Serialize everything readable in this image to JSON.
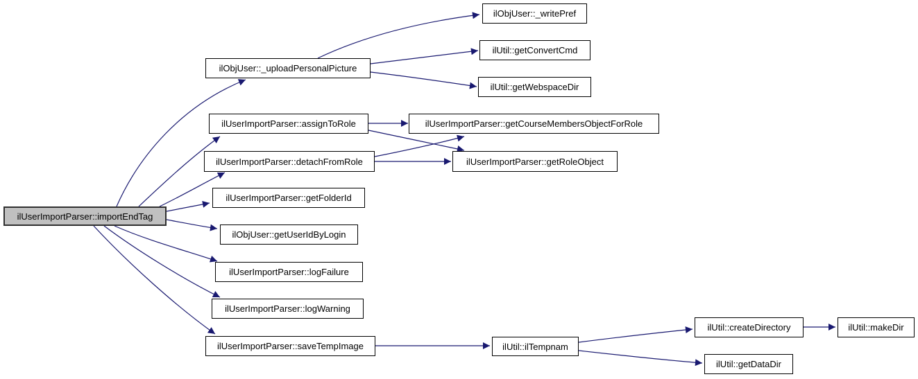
{
  "diagram": {
    "type": "call-graph",
    "colors": {
      "edge": "#191970",
      "node_fill": "#ffffff",
      "node_border": "#000000",
      "highlight_fill": "#c0c0c0",
      "highlight_border": "#2f2f2f"
    },
    "nodes": [
      {
        "id": "importEndTag",
        "label": "ilUserImportParser::importEndTag",
        "highlighted": true
      },
      {
        "id": "uploadPersonalPicture",
        "label": "ilObjUser::_uploadPersonalPicture",
        "highlighted": false
      },
      {
        "id": "writePref",
        "label": "ilObjUser::_writePref",
        "highlighted": false
      },
      {
        "id": "getConvertCmd",
        "label": "ilUtil::getConvertCmd",
        "highlighted": false
      },
      {
        "id": "getWebspaceDir",
        "label": "ilUtil::getWebspaceDir",
        "highlighted": false
      },
      {
        "id": "assignToRole",
        "label": "ilUserImportParser::assignToRole",
        "highlighted": false
      },
      {
        "id": "getCourseMembersObjectForRole",
        "label": "ilUserImportParser::getCourseMembersObjectForRole",
        "highlighted": false
      },
      {
        "id": "detachFromRole",
        "label": "ilUserImportParser::detachFromRole",
        "highlighted": false
      },
      {
        "id": "getRoleObject",
        "label": "ilUserImportParser::getRoleObject",
        "highlighted": false
      },
      {
        "id": "getFolderId",
        "label": "ilUserImportParser::getFolderId",
        "highlighted": false
      },
      {
        "id": "getUserIdByLogin",
        "label": "ilObjUser::getUserIdByLogin",
        "highlighted": false
      },
      {
        "id": "logFailure",
        "label": "ilUserImportParser::logFailure",
        "highlighted": false
      },
      {
        "id": "logWarning",
        "label": "ilUserImportParser::logWarning",
        "highlighted": false
      },
      {
        "id": "saveTempImage",
        "label": "ilUserImportParser::saveTempImage",
        "highlighted": false
      },
      {
        "id": "ilTempnam",
        "label": "ilUtil::ilTempnam",
        "highlighted": false
      },
      {
        "id": "createDirectory",
        "label": "ilUtil::createDirectory",
        "highlighted": false
      },
      {
        "id": "getDataDir",
        "label": "ilUtil::getDataDir",
        "highlighted": false
      },
      {
        "id": "makeDir",
        "label": "ilUtil::makeDir",
        "highlighted": false
      }
    ],
    "edges": [
      {
        "from": "importEndTag",
        "to": "uploadPersonalPicture"
      },
      {
        "from": "importEndTag",
        "to": "assignToRole"
      },
      {
        "from": "importEndTag",
        "to": "detachFromRole"
      },
      {
        "from": "importEndTag",
        "to": "getFolderId"
      },
      {
        "from": "importEndTag",
        "to": "getUserIdByLogin"
      },
      {
        "from": "importEndTag",
        "to": "logFailure"
      },
      {
        "from": "importEndTag",
        "to": "logWarning"
      },
      {
        "from": "importEndTag",
        "to": "saveTempImage"
      },
      {
        "from": "uploadPersonalPicture",
        "to": "writePref"
      },
      {
        "from": "uploadPersonalPicture",
        "to": "getConvertCmd"
      },
      {
        "from": "uploadPersonalPicture",
        "to": "getWebspaceDir"
      },
      {
        "from": "assignToRole",
        "to": "getCourseMembersObjectForRole"
      },
      {
        "from": "assignToRole",
        "to": "getRoleObject"
      },
      {
        "from": "detachFromRole",
        "to": "getCourseMembersObjectForRole"
      },
      {
        "from": "detachFromRole",
        "to": "getRoleObject"
      },
      {
        "from": "saveTempImage",
        "to": "ilTempnam"
      },
      {
        "from": "ilTempnam",
        "to": "createDirectory"
      },
      {
        "from": "ilTempnam",
        "to": "getDataDir"
      },
      {
        "from": "createDirectory",
        "to": "makeDir"
      }
    ]
  }
}
